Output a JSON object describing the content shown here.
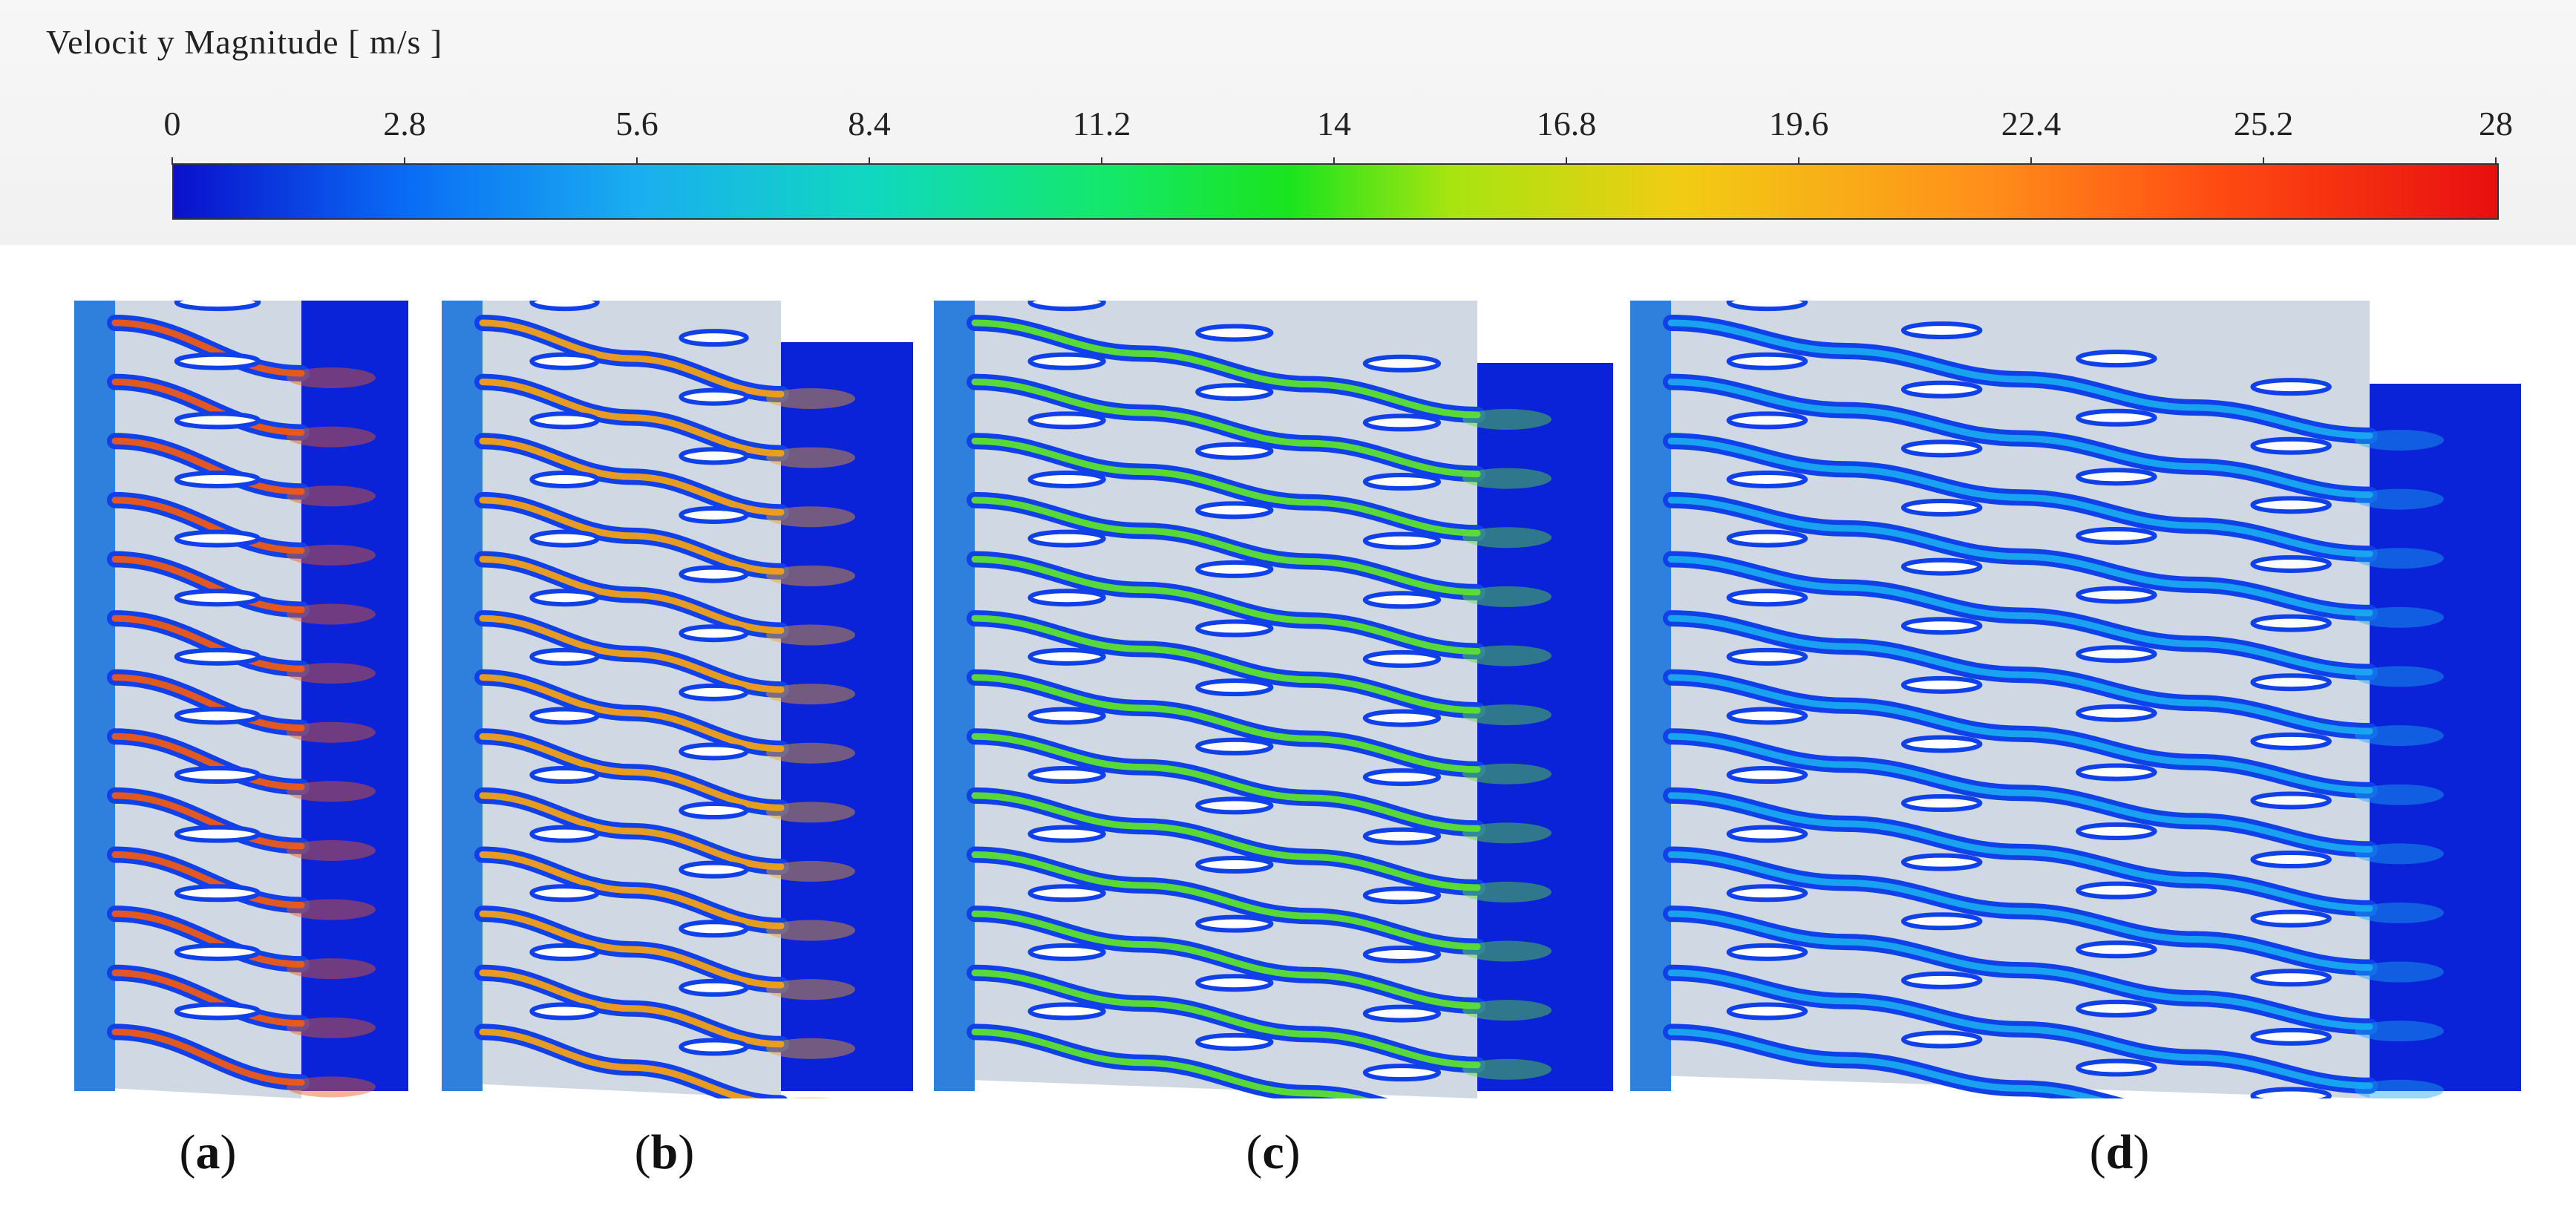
{
  "legend": {
    "title": "Velocit y Magnitude [ m/s ]",
    "ticks": [
      "0",
      "2.8",
      "5.6",
      "8.4",
      "11.2",
      "14",
      "16.8",
      "19.6",
      "22.4",
      "25.2",
      "28"
    ],
    "colormap": [
      "#0a10cc",
      "#0a6cf5",
      "#1aaef0",
      "#10d8c0",
      "#14e86c",
      "#1ae41e",
      "#a8e410",
      "#f2cc14",
      "#ff8f1a",
      "#ff4a12",
      "#e80f0f"
    ]
  },
  "panels": [
    {
      "label_open": "(",
      "label_letter": "a",
      "label_close": ")",
      "channels": 13,
      "stages": 1,
      "jet_color": "#ee5a18"
    },
    {
      "label_open": "(",
      "label_letter": "b",
      "label_close": ")",
      "channels": 13,
      "stages": 2,
      "jet_color": "#f2a018"
    },
    {
      "label_open": "(",
      "label_letter": "c",
      "label_close": ")",
      "channels": 13,
      "stages": 3,
      "jet_color": "#5ee030"
    },
    {
      "label_open": "(",
      "label_letter": "d",
      "label_close": ")",
      "channels": 13,
      "stages": 4,
      "jet_color": "#1aa8f0"
    }
  ],
  "colors": {
    "background": "#cfd8e3",
    "low_velocity": "#0a22d8",
    "wall": "#1040e8"
  }
}
